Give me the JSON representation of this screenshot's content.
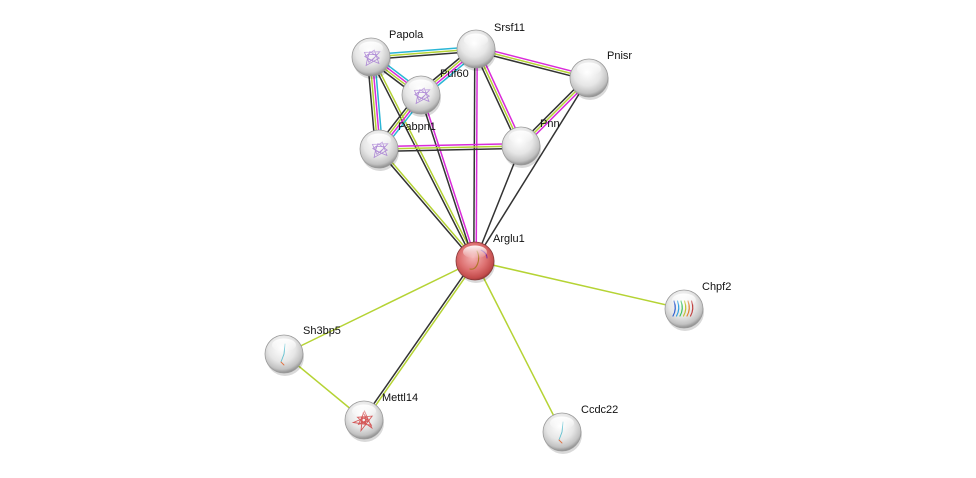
{
  "title": "Protein interaction network",
  "edge_colors": {
    "text_mining": "#b5d334",
    "coexpression": "#333333",
    "experimental": "#d92bd9",
    "database": "#2ab6d6"
  },
  "nodes": [
    {
      "id": "Papola",
      "label": "Papola",
      "query": false,
      "structure": "purple"
    },
    {
      "id": "Srsf11",
      "label": "Srsf11",
      "query": false,
      "structure": "none"
    },
    {
      "id": "Pnisr",
      "label": "Pnisr",
      "query": false,
      "structure": "none"
    },
    {
      "id": "Puf60",
      "label": "Puf60",
      "query": false,
      "structure": "purple"
    },
    {
      "id": "Pabpn1",
      "label": "Pabpn1",
      "query": false,
      "structure": "purple"
    },
    {
      "id": "Pnn",
      "label": "Pnn",
      "query": false,
      "structure": "none"
    },
    {
      "id": "Arglu1",
      "label": "Arglu1",
      "query": true,
      "structure": "helix"
    },
    {
      "id": "Chpf2",
      "label": "Chpf2",
      "query": false,
      "structure": "rainbow"
    },
    {
      "id": "Sh3bp5",
      "label": "Sh3bp5",
      "query": false,
      "structure": "thin"
    },
    {
      "id": "Mettl14",
      "label": "Mettl14",
      "query": false,
      "structure": "red"
    },
    {
      "id": "Ccdc22",
      "label": "Ccdc22",
      "query": false,
      "structure": "thin"
    }
  ],
  "edges": [
    {
      "from": "Papola",
      "to": "Srsf11",
      "types": [
        "database",
        "text_mining",
        "coexpression"
      ]
    },
    {
      "from": "Papola",
      "to": "Puf60",
      "types": [
        "database",
        "experimental",
        "text_mining",
        "coexpression"
      ]
    },
    {
      "from": "Papola",
      "to": "Pabpn1",
      "types": [
        "database",
        "experimental",
        "text_mining",
        "coexpression"
      ]
    },
    {
      "from": "Papola",
      "to": "Arglu1",
      "types": [
        "text_mining",
        "coexpression"
      ]
    },
    {
      "from": "Srsf11",
      "to": "Puf60",
      "types": [
        "database",
        "experimental",
        "text_mining",
        "coexpression"
      ]
    },
    {
      "from": "Srsf11",
      "to": "Pnisr",
      "types": [
        "experimental",
        "text_mining",
        "coexpression"
      ]
    },
    {
      "from": "Srsf11",
      "to": "Pnn",
      "types": [
        "experimental",
        "text_mining",
        "coexpression"
      ]
    },
    {
      "from": "Srsf11",
      "to": "Arglu1",
      "types": [
        "experimental",
        "coexpression"
      ]
    },
    {
      "from": "Pnisr",
      "to": "Pnn",
      "types": [
        "experimental",
        "text_mining",
        "coexpression"
      ]
    },
    {
      "from": "Pnisr",
      "to": "Arglu1",
      "types": [
        "coexpression"
      ]
    },
    {
      "from": "Puf60",
      "to": "Pabpn1",
      "types": [
        "database",
        "experimental",
        "text_mining",
        "coexpression"
      ]
    },
    {
      "from": "Puf60",
      "to": "Arglu1",
      "types": [
        "experimental",
        "coexpression"
      ]
    },
    {
      "from": "Pabpn1",
      "to": "Pnn",
      "types": [
        "experimental",
        "text_mining",
        "coexpression"
      ]
    },
    {
      "from": "Pabpn1",
      "to": "Arglu1",
      "types": [
        "text_mining",
        "coexpression"
      ]
    },
    {
      "from": "Pnn",
      "to": "Arglu1",
      "types": [
        "coexpression"
      ]
    },
    {
      "from": "Arglu1",
      "to": "Chpf2",
      "types": [
        "text_mining"
      ]
    },
    {
      "from": "Arglu1",
      "to": "Sh3bp5",
      "types": [
        "text_mining"
      ]
    },
    {
      "from": "Arglu1",
      "to": "Mettl14",
      "types": [
        "text_mining",
        "coexpression"
      ]
    },
    {
      "from": "Arglu1",
      "to": "Ccdc22",
      "types": [
        "text_mining"
      ]
    },
    {
      "from": "Sh3bp5",
      "to": "Mettl14",
      "types": [
        "text_mining"
      ]
    }
  ]
}
